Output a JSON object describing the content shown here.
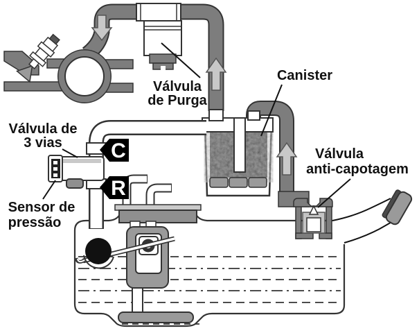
{
  "diagram": {
    "labels": {
      "purge_valve": {
        "line1": "Válvula",
        "line2": "de Purga"
      },
      "canister": {
        "line1": "Canister"
      },
      "three_way_valve": {
        "line1": "Válvula de",
        "line2": "3 vias"
      },
      "pressure_sensor": {
        "line1": "Sensor de",
        "line2": "pressão"
      },
      "anti_rollover_valve": {
        "line1": "Válvula",
        "line2": "anti-capotagem"
      }
    },
    "ports": {
      "canister_port": "C",
      "reservoir_port": "R"
    },
    "icons": {
      "flow_down_arrow": "down-arrow",
      "flow_up_arrow": "up-arrow",
      "fuel_injector": "injector-icon"
    },
    "colors": {
      "background": "#ffffff",
      "pipe": "#7d7d7d",
      "outline": "#333333",
      "arrow_fill": "#c8c8c8",
      "component_gray": "#9a9a9a",
      "charcoal": "#3d3d3d",
      "label": "#111111",
      "tag_bg": "#000000",
      "tag_text": "#ffffff"
    }
  }
}
